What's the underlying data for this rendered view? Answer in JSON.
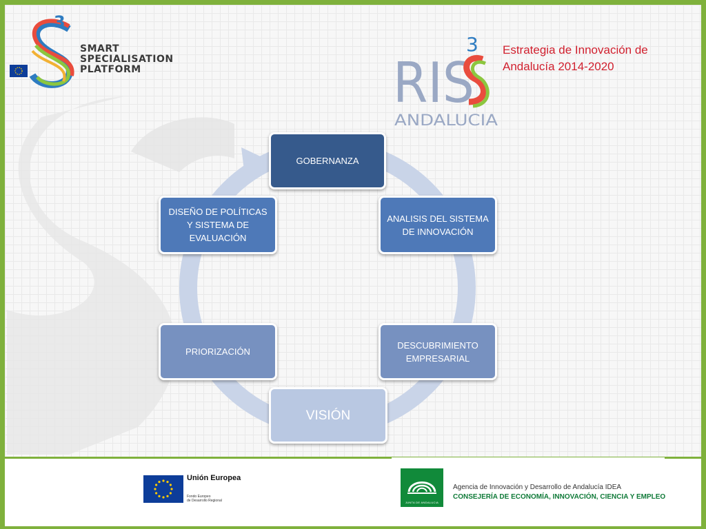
{
  "header": {
    "s3_logo": {
      "badge": "3",
      "lines": [
        "SMART",
        "SPECIALISATION",
        "PLATFORM"
      ]
    },
    "ris3_logo": {
      "letters": "RIS",
      "superscript": "3",
      "region": "ANDALUCIA"
    },
    "strategy_title": "Estrategia de Innovación de Andalucía 2014-2020"
  },
  "diagram": {
    "nodes": [
      {
        "id": "gobernanza",
        "label": "GOBERNANZA"
      },
      {
        "id": "analisis",
        "label": "ANALISIS DEL SISTEMA DE INNOVACIÓN"
      },
      {
        "id": "descubrimiento",
        "label": "DESCUBRIMIENTO EMPRESARIAL"
      },
      {
        "id": "vision",
        "label": "VISIÓN"
      },
      {
        "id": "priorizacion",
        "label": "PRIORIZACIÓN"
      },
      {
        "id": "diseno",
        "label": "DISEÑO DE POLÍTICAS Y SISTEMA DE EVALUACIÓN"
      }
    ],
    "colors": {
      "dark": "#365a8c",
      "mid": "#4e79b8",
      "light": "#7791c0",
      "pale": "#b9c8e2",
      "ring": "#c9d4e8"
    }
  },
  "footer": {
    "eu": {
      "title": "Unión Europea",
      "subtitle_1": "Fondo Europeo",
      "subtitle_2": "de Desarrollo Regional"
    },
    "junta": {
      "label": "JUNTA DE ANDALUCIA"
    },
    "agency": "Agencia de Innovación y Desarrollo de Andalucía IDEA",
    "ministry": "CONSEJERÍA DE ECONOMÍA, INNOVACIÓN, CIENCIA Y EMPLEO"
  },
  "theme": {
    "border": "#7fb13c",
    "accent_red": "#d0202e",
    "eu_blue": "#0d3d99",
    "junta_green": "#118a3a"
  }
}
